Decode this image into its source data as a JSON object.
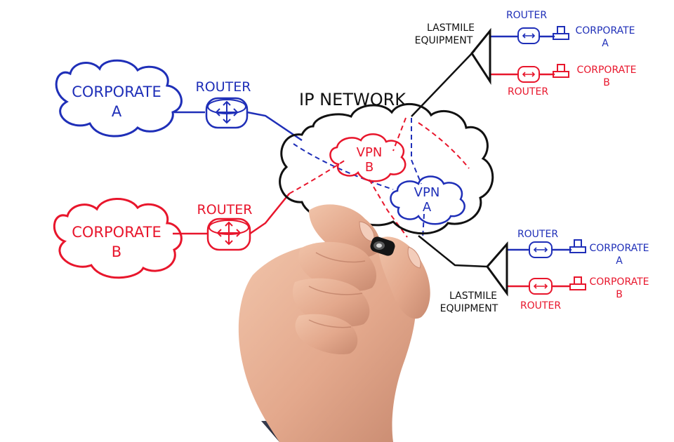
{
  "colors": {
    "blue": "#1f2fb8",
    "red": "#e8162c",
    "black": "#111111",
    "skin": "#e9b49a",
    "skin_shadow": "#c98a72"
  },
  "cloud_network": {
    "label": "IP NETWORK"
  },
  "vpn_b": {
    "line1": "VPN",
    "line2": "B"
  },
  "vpn_a": {
    "line1": "VPN",
    "line2": "A"
  },
  "left": {
    "corp_a": {
      "line1": "CORPORATE",
      "line2": "A"
    },
    "router_a": {
      "label": "ROUTER"
    },
    "corp_b": {
      "line1": "CORPORATE",
      "line2": "B"
    },
    "router_b": {
      "label": "ROUTER"
    }
  },
  "top_right": {
    "equipment": {
      "line1": "LASTMILE",
      "line2": "EQUIPMENT"
    },
    "router_a": {
      "label": "ROUTER"
    },
    "corp_a": {
      "line1": "CORPORATE",
      "line2": "A"
    },
    "router_b": {
      "label": "ROUTER"
    },
    "corp_b": {
      "line1": "CORPORATE",
      "line2": "B"
    }
  },
  "bottom_right": {
    "equipment": {
      "line1": "LASTMILE",
      "line2": "EQUIPMENT"
    },
    "router_a": {
      "label": "ROUTER"
    },
    "corp_a": {
      "line1": "CORPORATE",
      "line2": "A"
    },
    "router_b": {
      "label": "ROUTER"
    },
    "corp_b": {
      "line1": "CORPORATE",
      "line2": "B"
    }
  }
}
